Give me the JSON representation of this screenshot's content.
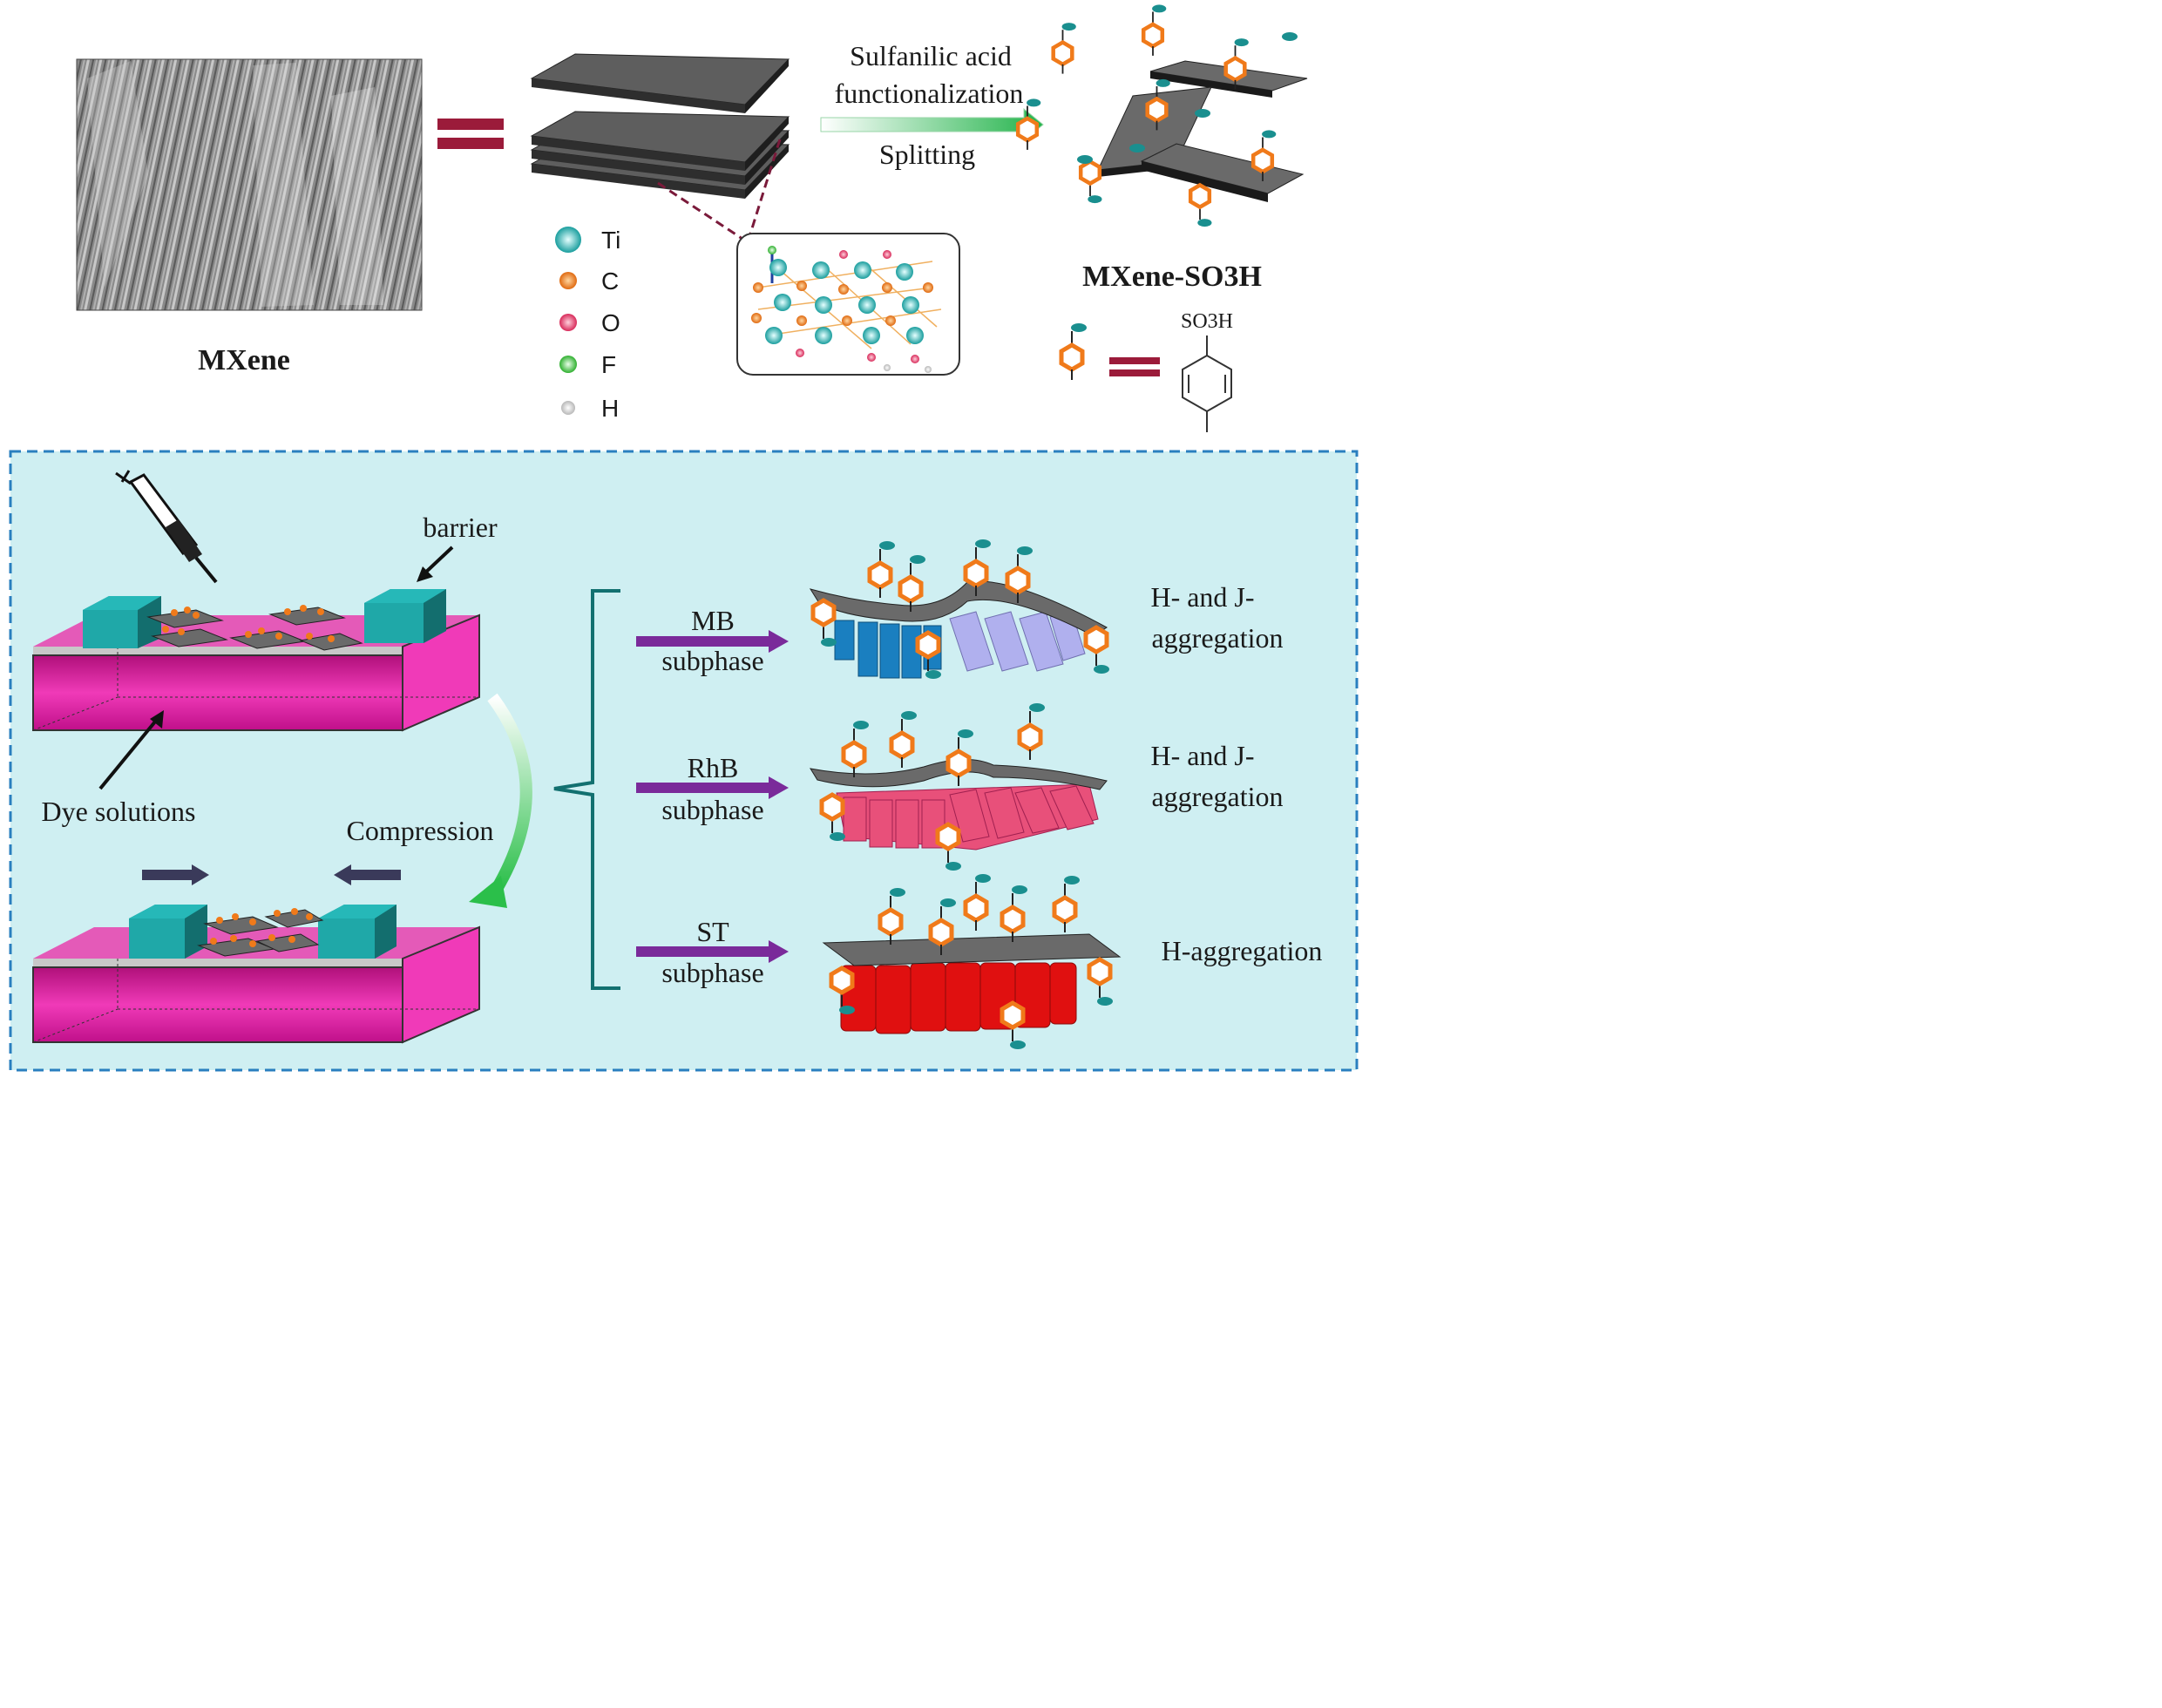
{
  "top": {
    "sem_caption": "MXene",
    "arrow_label_line1": "Sulfanilic acid",
    "arrow_label_line2": "functionalization",
    "arrow_label_line3": "Splitting",
    "product_label": "MXene-SO3H",
    "so3h_label": "SO3H",
    "legend": [
      {
        "symbol": "Ti",
        "color": "#2fb6b6"
      },
      {
        "symbol": "C",
        "color": "#f07a1a"
      },
      {
        "symbol": "O",
        "color": "#e8466e"
      },
      {
        "symbol": "F",
        "color": "#3ec83e"
      },
      {
        "symbol": "H",
        "color": "#c8c8c8"
      }
    ]
  },
  "bottom": {
    "barrier_label": "barrier",
    "dye_label": "Dye solutions",
    "compression_label": "Compression",
    "rows": [
      {
        "dye": "MB",
        "subphase": "subphase",
        "result_line1": "H- and J-",
        "result_line2": "aggregation",
        "color": "#1a7fc0"
      },
      {
        "dye": "RhB",
        "subphase": "subphase",
        "result_line1": "H- and J-",
        "result_line2": "aggregation",
        "color": "#e8507a"
      },
      {
        "dye": "ST",
        "subphase": "subphase",
        "result_line1": "H-aggregation",
        "result_line2": "",
        "color": "#e01010"
      }
    ]
  },
  "colors": {
    "equals": "#9b1b3a",
    "panel_bg": "#cfeff2",
    "panel_border": "#2a7fbf",
    "trough": "#e81ea0",
    "barrier": "#1a9b9b",
    "arrow_purple": "#7a2a9a",
    "arrow_green": "#2bbf4a",
    "benzene": "#f07a1a",
    "so3h_tip": "#1a8f8f",
    "sheet": "#6a6a6a"
  }
}
